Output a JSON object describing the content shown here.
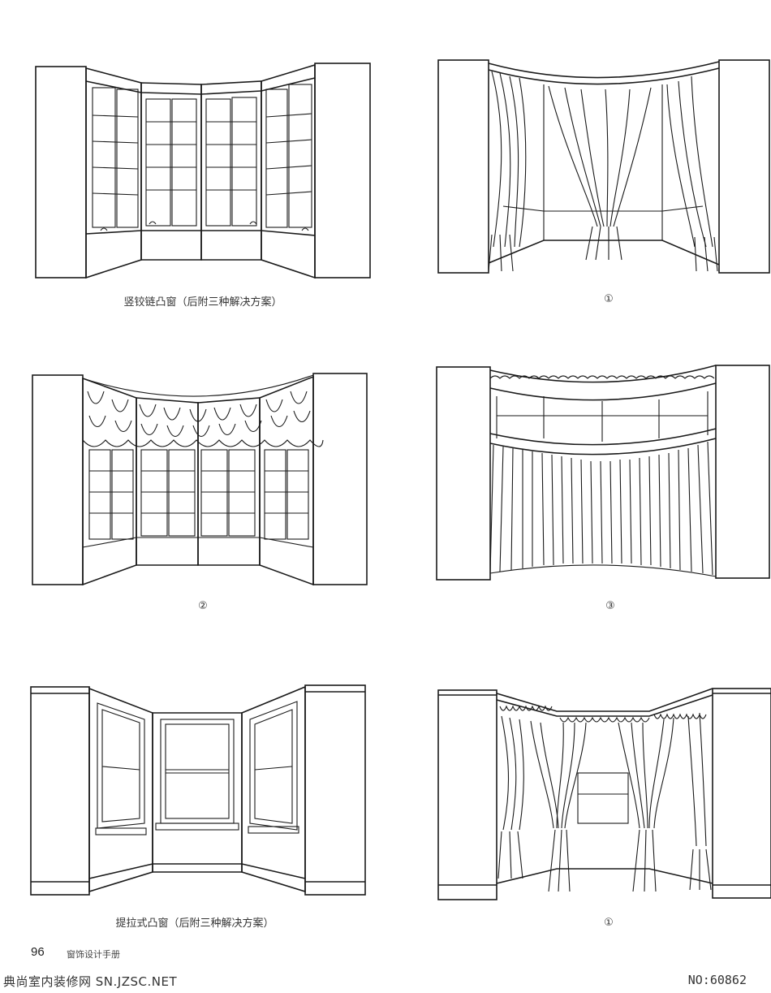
{
  "figures": [
    {
      "caption": "竖铰链凸窗（后附三种解决方案）"
    },
    {
      "caption": "①"
    },
    {
      "caption": "②"
    },
    {
      "caption": "③"
    },
    {
      "caption": "提拉式凸窗（后附三种解决方案）"
    },
    {
      "caption": "①"
    }
  ],
  "footer": {
    "page_number": "96",
    "book_title": "窗饰设计手册",
    "watermark": "典尚室内装修网 SN.JZSC.NET",
    "serial": "NO:60862"
  }
}
